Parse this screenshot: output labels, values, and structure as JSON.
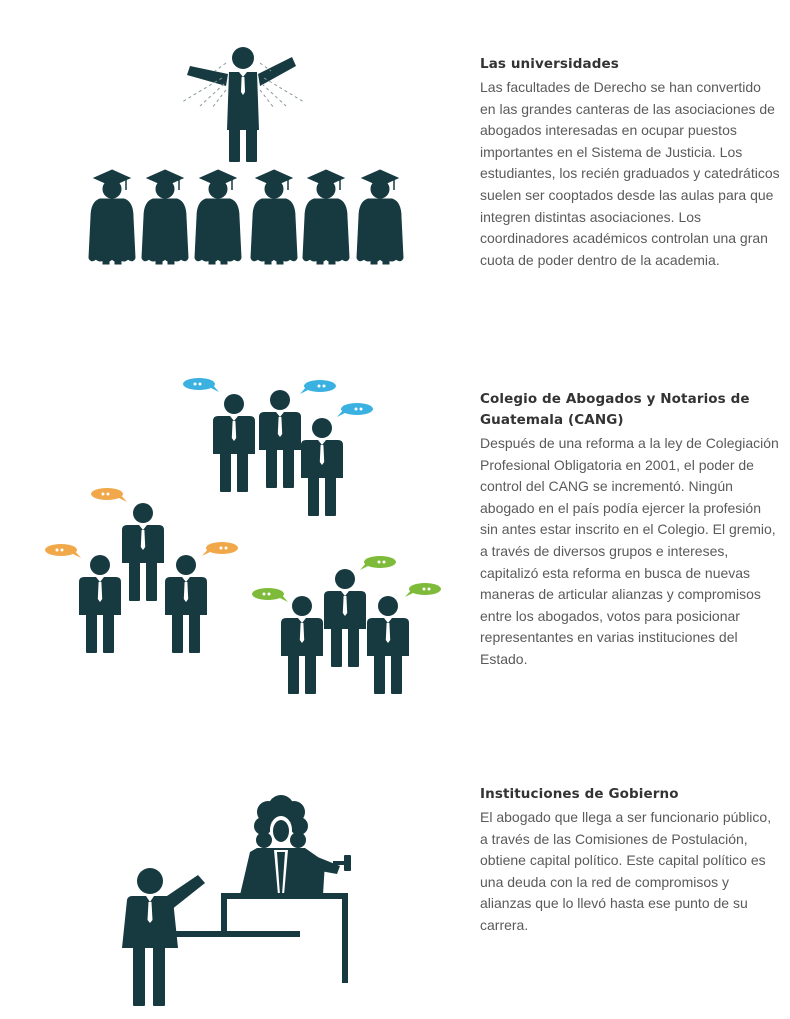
{
  "colors": {
    "figure": "#163a40",
    "bubble_blue": "#3bb1e2",
    "bubble_orange": "#f0a84a",
    "bubble_green": "#7fbb3a",
    "title": "#333333",
    "body": "#5a5a5a"
  },
  "sections": [
    {
      "title": "Las universidades",
      "body": "Las facultades de Derecho se han convertido en las grandes canteras de las asociaciones de abogados interesadas en ocupar puestos importantes en el Sistema de Justicia. Los estudiantes, los recién graduados y catedráticos suelen ser cooptados desde las aulas para que integren distintas asociaciones. Los coordinadores académicos controlan una gran cuota de poder dentro de la academia."
    },
    {
      "title": "Colegio de Abogados y Notarios de Guatemala (CANG)",
      "body": "Después de una reforma a la ley de Colegiación Profesional Obligatoria en 2001, el poder de control del CANG se incrementó. Ningún abogado en el país podía ejercer la profesión sin antes estar inscrito en el Colegio. El gremio, a través de diversos grupos e intereses, capitalizó esta reforma en busca de nuevas maneras de articular alianzas y compromisos entre los abogados, votos para posicionar representantes en varias instituciones del Estado."
    },
    {
      "title": "Instituciones de Gobierno",
      "body": "El abogado que llega a ser funcionario público, a través de las Comisiones de Postulación, obtiene capital político. Este capital político es una deuda con la red de compromisos y alianzas que lo llevó hasta ese punto de su carrera."
    }
  ]
}
